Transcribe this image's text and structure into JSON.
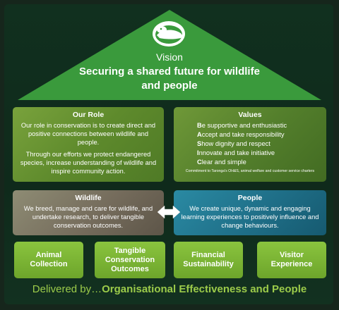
{
  "vision": {
    "label": "Vision",
    "statement": "Securing a shared future for wildlife and people"
  },
  "logo": {
    "icon": "platypus-logo-icon"
  },
  "our_role": {
    "title": "Our Role",
    "para1": "Our role in conservation is to create direct and positive connections between wildlife and people.",
    "para2": "Through our efforts we protect endangered species, increase understanding of wildlife and inspire community action."
  },
  "values": {
    "title": "Values",
    "items": [
      {
        "initial": "B",
        "rest": "e supportive and enthusiastic"
      },
      {
        "initial": "A",
        "rest": "ccept and take responsibility"
      },
      {
        "initial": "S",
        "rest": "how dignity and respect"
      },
      {
        "initial": "I",
        "rest": "nnovate and take initiative"
      },
      {
        "initial": "C",
        "rest": "lear and simple"
      }
    ],
    "note": "Commitment to Taronga's OH&S, animal welfare and customer service charters"
  },
  "wildlife": {
    "title": "Wildlife",
    "text": "We breed, manage and care for wildlife, and undertake research, to deliver tangible conservation outcomes."
  },
  "people": {
    "title": "People",
    "text": "We create unique, dynamic and engaging learning experiences to positively influence and change behaviours."
  },
  "link_arrow": {
    "icon": "double-arrow-icon"
  },
  "pillars": [
    "Animal Collection",
    "Tangible Conservation Outcomes",
    "Financial Sustainability",
    "Visitor Experience"
  ],
  "footer": {
    "prefix": "Delivered by…",
    "emphasis": "Organisational Effectiveness and People"
  },
  "colors": {
    "background": "#11301f",
    "roof": "#3a9a3c",
    "role_panel": "#6f9838",
    "values_panel": "#547f2c",
    "wildlife_panel": "#756c5c",
    "people_panel": "#1f6f88",
    "pillar": "#7db535",
    "footer_text": "#9ccb4a"
  }
}
